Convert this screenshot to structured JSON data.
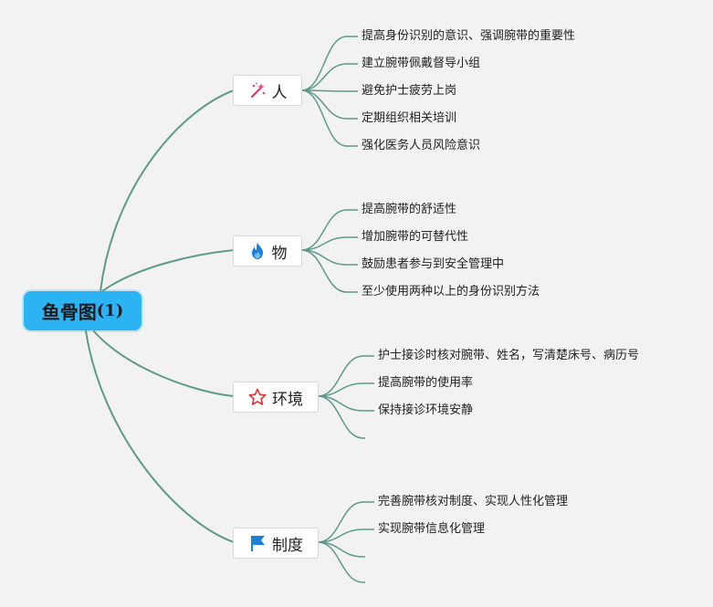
{
  "root": {
    "label": "鱼骨图",
    "suffix": "(1)"
  },
  "colors": {
    "line": "#5e9a8b",
    "root": "#2bb3f3",
    "background": "#f2f2f2"
  },
  "branches": [
    {
      "label": "人",
      "icon": "magic-wand-icon",
      "items": [
        "提高身份识别的意识、强调腕带的重要性",
        "建立腕带佩戴督导小组",
        "避免护士疲劳上岗",
        "定期组织相关培训",
        "强化医务人员风险意识"
      ]
    },
    {
      "label": "物",
      "icon": "fire-icon",
      "items": [
        "提高腕带的舒适性",
        "增加腕带的可替代性",
        "鼓励患者参与到安全管理中",
        "至少使用两种以上的身份识别方法"
      ]
    },
    {
      "label": "环境",
      "icon": "star-icon",
      "items": [
        "护士接诊时核对腕带、姓名，写清楚床号、病历号",
        "提高腕带的使用率",
        "保持接诊环境安静",
        ""
      ]
    },
    {
      "label": "制度",
      "icon": "flag-icon",
      "items": [
        "完善腕带核对制度、实现人性化管理",
        "实现腕带信息化管理",
        "",
        ""
      ]
    }
  ]
}
